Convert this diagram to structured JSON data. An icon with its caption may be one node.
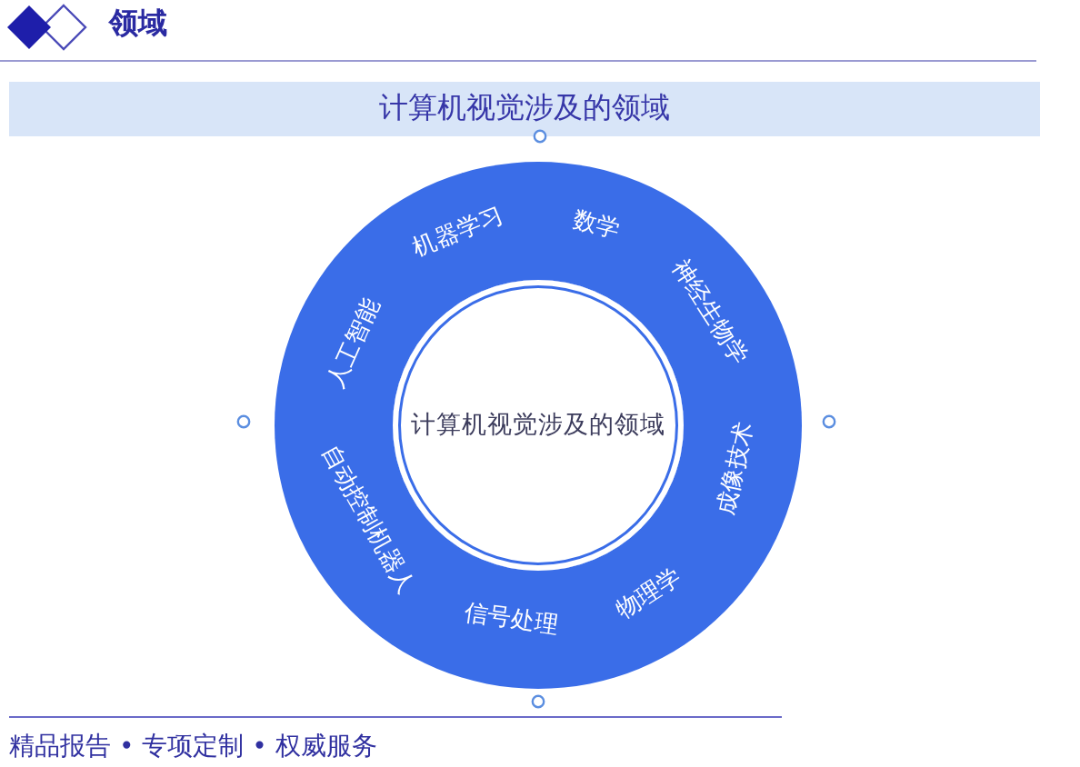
{
  "diagram": {
    "title": "领域",
    "nodes": [
      {
        "text": [
          "计算机视觉涉及的领域"
        ]
      },
      {
        "text": [
          "机器学习",
          "数学",
          "神经生物学",
          "成像技术",
          "物理学",
          "信号处理",
          "自动控制机器人",
          "人工智能"
        ]
      },
      {
        "text": [
          "计算机视觉涉及的领域"
        ],
        "in": 1
      }
    ],
    "labels": [
      "精品报告 • 专项定制 • 权威服务"
    ]
  }
}
